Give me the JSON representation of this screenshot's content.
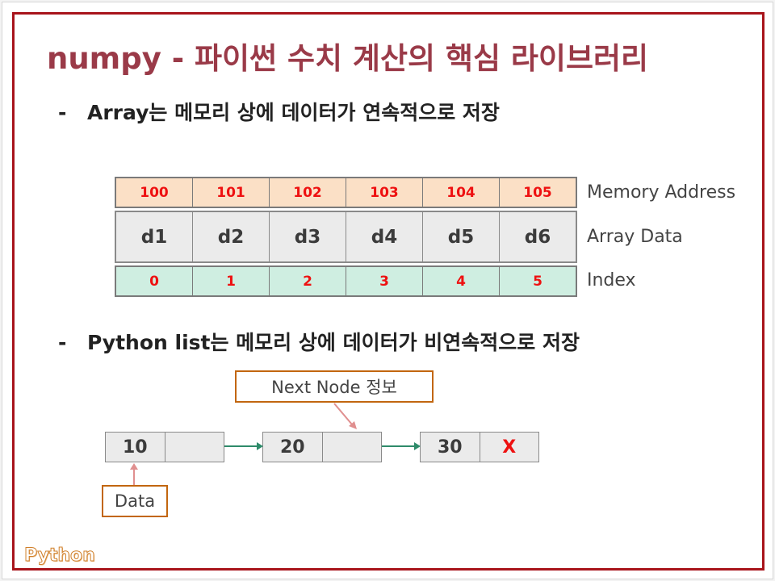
{
  "slide": {
    "title": "numpy - 파이썬 수치 계산의 핵심 라이브러리",
    "bullets": [
      {
        "dash": "-",
        "text": "Array는 메모리 상에 데이터가 연속적으로 저장"
      },
      {
        "dash": "-",
        "text": "Python list는 메모리 상에 데이터가 비연속적으로 저장"
      }
    ],
    "logo": "Python",
    "colors": {
      "frame": "#a8141b",
      "title": "#9a3a48",
      "address_bg": "#fbe0c6",
      "data_bg": "#ebebeb",
      "index_bg": "#cfeee1",
      "red_text": "#ee1111",
      "callout_border": "#c2660f",
      "link_arrow": "#2e8b6a",
      "pointer_arrow": "#e08f8f"
    }
  },
  "array_diagram": {
    "addresses": [
      "100",
      "101",
      "102",
      "103",
      "104",
      "105"
    ],
    "data": [
      "d1",
      "d2",
      "d3",
      "d4",
      "d5",
      "d6"
    ],
    "indices": [
      "0",
      "1",
      "2",
      "3",
      "4",
      "5"
    ],
    "row_labels": {
      "address": "Memory Address",
      "data": "Array Data",
      "index": "Index"
    }
  },
  "linked_list_diagram": {
    "nodes": [
      {
        "value": "10",
        "next": ""
      },
      {
        "value": "20",
        "next": ""
      },
      {
        "value": "30",
        "next": "X"
      }
    ],
    "callouts": {
      "next_node": "Next Node 정보",
      "data": "Data"
    }
  }
}
